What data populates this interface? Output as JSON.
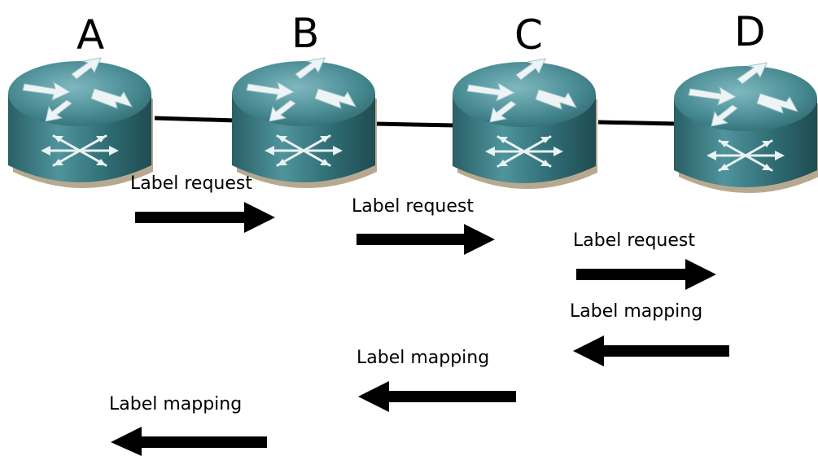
{
  "nodes": [
    {
      "id": "A",
      "label": "A"
    },
    {
      "id": "B",
      "label": "B"
    },
    {
      "id": "C",
      "label": "C"
    },
    {
      "id": "D",
      "label": "D"
    }
  ],
  "links": [
    {
      "from": "A",
      "to": "B"
    },
    {
      "from": "B",
      "to": "C"
    },
    {
      "from": "C",
      "to": "D"
    }
  ],
  "messages": [
    {
      "label": "Label request",
      "direction": "right",
      "between": [
        "A",
        "B"
      ]
    },
    {
      "label": "Label request",
      "direction": "right",
      "between": [
        "B",
        "C"
      ]
    },
    {
      "label": "Label request",
      "direction": "right",
      "between": [
        "C",
        "D"
      ]
    },
    {
      "label": "Label mapping",
      "direction": "left",
      "between": [
        "C",
        "D"
      ]
    },
    {
      "label": "Label mapping",
      "direction": "left",
      "between": [
        "B",
        "C"
      ]
    },
    {
      "label": "Label mapping",
      "direction": "left",
      "between": [
        "A",
        "B"
      ]
    }
  ],
  "colors": {
    "router_top": "#3f7f88",
    "router_body": "#2f6a72",
    "router_shadow": "#b7a98f",
    "line": "#000000",
    "arrow": "#000000"
  }
}
